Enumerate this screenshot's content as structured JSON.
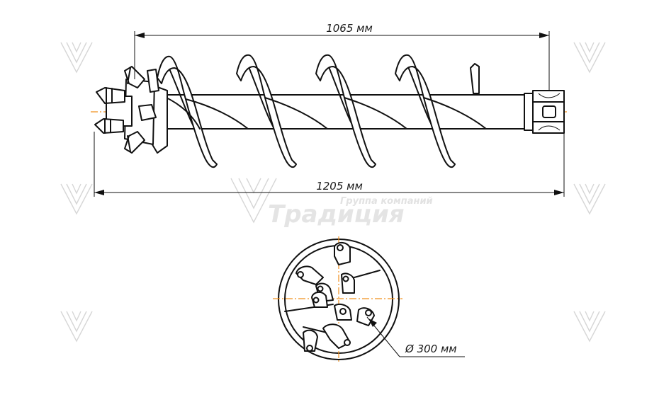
{
  "dimensions": {
    "auger_length": "1065 мм",
    "total_length": "1205 мм",
    "diameter": "Ø 300 мм"
  },
  "watermark": {
    "company_line": "Группа компаний",
    "brand": "Традиция"
  },
  "colors": {
    "line": "#111111",
    "axis": "#f0901e",
    "watermark": "#d9d9d9"
  }
}
